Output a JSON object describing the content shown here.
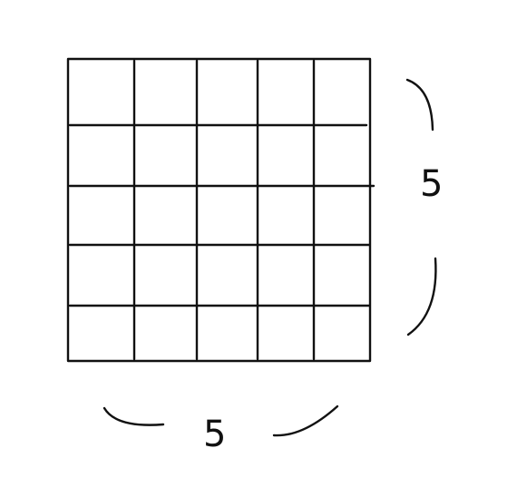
{
  "grid": {
    "rows": 5,
    "columns": 5,
    "line_color": "#111111"
  },
  "dimensions": {
    "height_label": "5",
    "width_label": "5"
  }
}
